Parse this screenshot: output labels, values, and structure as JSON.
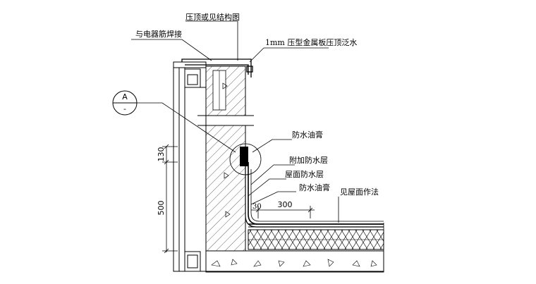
{
  "labels": {
    "coping": "压顶或见结构图",
    "weld": "与电器筋焊接",
    "flashing": "1mm 压型金属板压顶泛水",
    "sealant_top": "防水油膏",
    "extra_layer": "附加防水层",
    "roof_layer": "屋面防水层",
    "sealant_bottom": "防水油膏",
    "roof_finish": "见屋面作法"
  },
  "section_marker": {
    "letter": "A",
    "sub": "-"
  },
  "dimensions": {
    "upper": "130",
    "lower": "500",
    "horizontal": "300",
    "small": "30"
  }
}
